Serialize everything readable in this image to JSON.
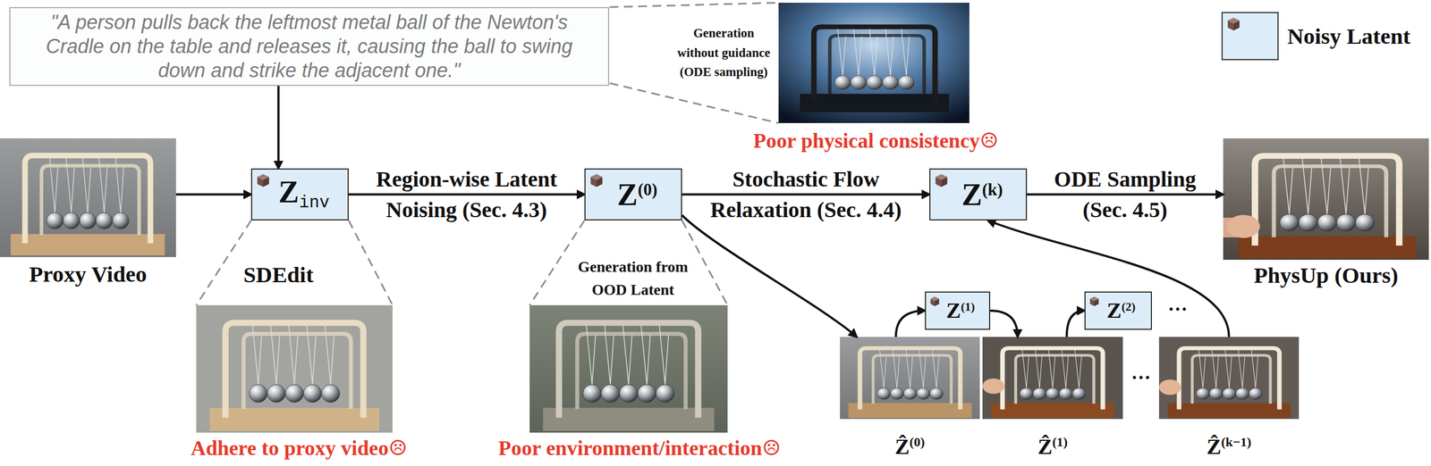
{
  "diagram": {
    "nodes": [
      {
        "text": [
          "\"A person pulls back the leftmost metal ball of the Newton's Cradle on the table and releases it, causing the ball to swing down and strike the adjacent one.\""
        ]
      },
      {
        "text": [
          "Proxy Video"
        ]
      },
      {
        "text": [
          "Zinv"
        ]
      },
      {
        "text": [
          "Z(0)"
        ]
      },
      {
        "text": [
          "Z(k)"
        ]
      },
      {
        "text": [
          "PhysUp (Ours)"
        ]
      },
      {
        "text": [
          "Ẑ(0)"
        ]
      },
      {
        "text": [
          "Z(1)"
        ]
      },
      {
        "text": [
          "Ẑ(1)"
        ]
      },
      {
        "text": [
          "Z(2)"
        ]
      },
      {
        "text": [
          "Ẑ(k−1)"
        ]
      }
    ],
    "edges": [
      {
        "from": 0,
        "to": 2,
        "arrow": "to"
      },
      {
        "from": 1,
        "to": 2,
        "arrow": "to"
      },
      {
        "from": 2,
        "to": 3,
        "label": "Region-wise Latent Noising (Sec. 4.3)",
        "arrow": "to"
      },
      {
        "from": 3,
        "to": 4,
        "label": "Stochastic Flow Relaxation (Sec. 4.4)",
        "arrow": "to"
      },
      {
        "from": 4,
        "to": 5,
        "label": "ODE Sampling (Sec. 4.5)",
        "arrow": "to"
      },
      {
        "from": 3,
        "to": 6,
        "arrow": "to"
      },
      {
        "from": 6,
        "to": 7,
        "arrow": "to"
      },
      {
        "from": 7,
        "to": 8,
        "arrow": "to"
      },
      {
        "from": 8,
        "to": 9,
        "arrow": "to"
      },
      {
        "from": 10,
        "to": 4,
        "arrow": "to"
      }
    ],
    "labels": [
      "Generation without guidance (ODE sampling)",
      "Poor physical consistency☹",
      "SDEdit",
      "Adhere to proxy video☹",
      "Generation from OOD Latent",
      "Poor environment/interaction☹",
      "···",
      "···"
    ],
    "legend": [
      {
        "text": "Noisy Latent",
        "color": "#dcedf9"
      }
    ]
  }
}
